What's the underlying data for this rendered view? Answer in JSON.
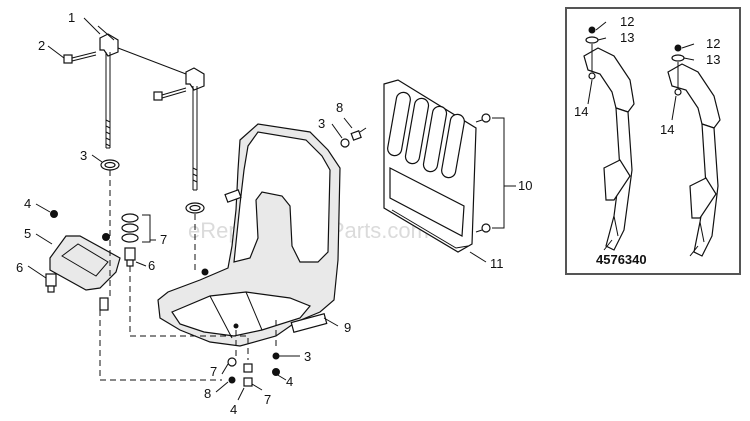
{
  "callouts": {
    "c1": "1",
    "c2": "2",
    "c3a": "3",
    "c3b": "3",
    "c3c": "3",
    "c4a": "4",
    "c4b": "4",
    "c4c": "4",
    "c5": "5",
    "c6a": "6",
    "c6b": "6",
    "c7a": "7",
    "c7b": "7",
    "c7c": "7",
    "c8a": "8",
    "c8b": "8",
    "c9": "9",
    "c10": "10",
    "c11": "11",
    "c12a": "12",
    "c12b": "12",
    "c13a": "13",
    "c13b": "13",
    "c14a": "14",
    "c14b": "14"
  },
  "inset": {
    "part_number": "4576340"
  },
  "watermark": "eReplacementParts.com"
}
